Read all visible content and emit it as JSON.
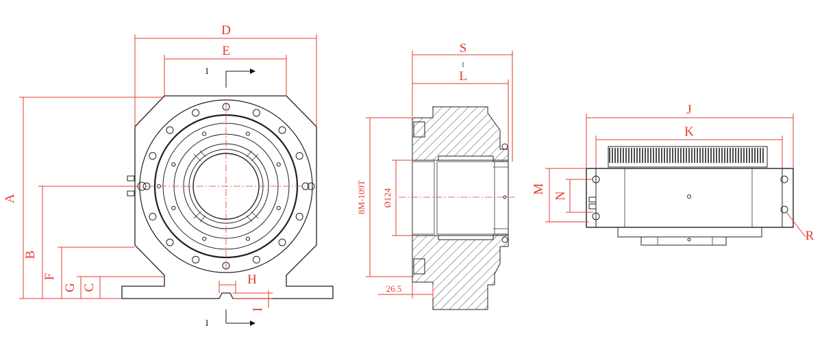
{
  "front_view": {
    "labels": {
      "D": "D",
      "E": "E",
      "A": "A",
      "B": "B",
      "F": "F",
      "G": "G",
      "C": "C",
      "H": "H",
      "I": "I"
    },
    "section_marks": {
      "top": "I",
      "bottom": "I"
    }
  },
  "section_view": {
    "labels": {
      "S": "S",
      "L": "L"
    },
    "texts": {
      "pitch": "8M-109T",
      "bore": "Ø124",
      "offset": "26.5",
      "small_mark": "I"
    }
  },
  "side_view": {
    "labels": {
      "J": "J",
      "K": "K",
      "M": "M",
      "N": "N",
      "R": "R"
    }
  },
  "colors": {
    "dimension": "#e53a2e",
    "outline": "#1f1f1f"
  }
}
